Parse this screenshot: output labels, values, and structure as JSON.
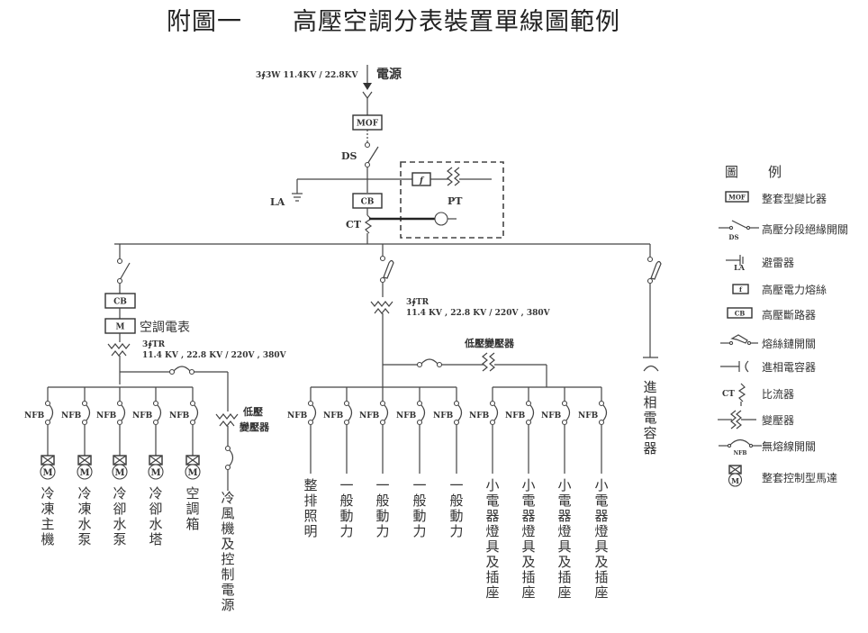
{
  "title": "附圖一　　高壓空調分表裝置單線圖範例",
  "source": {
    "spec": "3∮3W 11.4KV / 22.8KV",
    "label": "電源"
  },
  "main": {
    "mof": "MOF",
    "ds": "DS",
    "la": "LA",
    "cb": "CB",
    "ct": "CT",
    "pt": "PT",
    "fuse": "f"
  },
  "ac_branch": {
    "cb": "CB",
    "meter": "M",
    "meter_label": "空調電表",
    "tr_line1": "3∮TR",
    "tr_line2": "11.4 KV , 22.8 KV / 220V , 380V",
    "lv_transformer_label_1": "低壓",
    "lv_transformer_label_2": "變壓器",
    "nfb": "NFB",
    "motor": "M",
    "loads": [
      "冷凍主機",
      "冷凍水泵",
      "冷卻水泵",
      "冷卻水塔",
      "空調箱"
    ],
    "control_load": "冷風機及控制電源"
  },
  "general_branch": {
    "tr_line1": "3∮TR",
    "tr_line2": "11.4 KV , 22.8 KV / 220V , 380V",
    "lv_transformer_label": "低壓變壓器",
    "nfb": "NFB",
    "loads": [
      "整排照明",
      "一般動力",
      "一般動力",
      "一般動力",
      "一般動力",
      "小電器燈具及插座",
      "小電器燈具及插座",
      "小電器燈具及插座",
      "小電器燈具及插座"
    ]
  },
  "capacitor_branch": {
    "label": "進相電容器"
  },
  "legend": {
    "heading_1": "圖",
    "heading_2": "例",
    "items": [
      {
        "symbol": "MOF",
        "label": "整套型變比器"
      },
      {
        "symbol": "DS",
        "label": "高壓分段絕緣開關"
      },
      {
        "symbol": "LA",
        "label": "避雷器"
      },
      {
        "symbol": "f",
        "label": "高壓電力熔絲"
      },
      {
        "symbol": "CB",
        "label": "高壓斷路器"
      },
      {
        "symbol": "fuse-switch",
        "label": "熔絲鏈開關"
      },
      {
        "symbol": "capacitor",
        "label": "進相電容器"
      },
      {
        "symbol": "CT",
        "label": "比流器"
      },
      {
        "symbol": "transformer",
        "label": "變壓器"
      },
      {
        "symbol": "NFB",
        "label": "無熔線開關"
      },
      {
        "symbol": "M",
        "label": "整套控制型馬達"
      }
    ]
  }
}
